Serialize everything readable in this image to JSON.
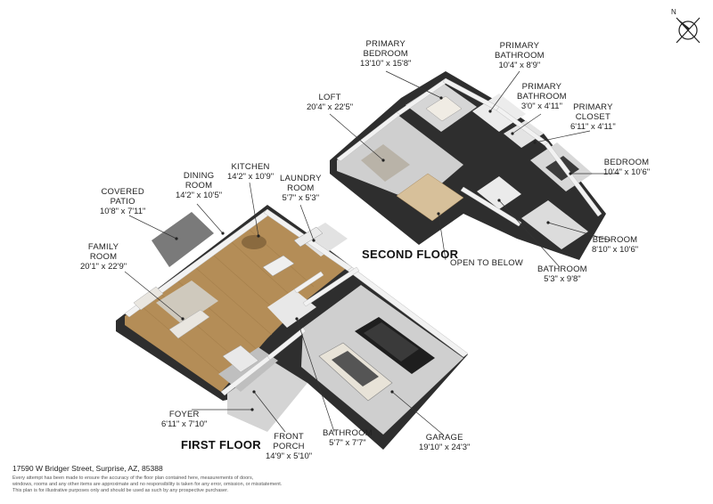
{
  "compass": {
    "north_label": "N"
  },
  "floors": {
    "first": "FIRST FLOOR",
    "second": "SECOND FLOOR"
  },
  "rooms": {
    "covered_patio": {
      "name_line1": "COVERED",
      "name_line2": "PATIO",
      "dims": "10'8\" x 7'11\""
    },
    "dining_room": {
      "name_line1": "DINING",
      "name_line2": "ROOM",
      "dims": "14'2\" x 10'5\""
    },
    "kitchen": {
      "name": "KITCHEN",
      "dims": "14'2\" x 10'9\""
    },
    "laundry_room": {
      "name_line1": "LAUNDRY",
      "name_line2": "ROOM",
      "dims": "5'7\" x 5'3\""
    },
    "family_room": {
      "name_line1": "FAMILY",
      "name_line2": "ROOM",
      "dims": "20'1\" x 22'9\""
    },
    "foyer": {
      "name": "FOYER",
      "dims": "6'11\" x 7'10\""
    },
    "front_porch": {
      "name_line1": "FRONT",
      "name_line2": "PORCH",
      "dims": "14'9\" x 5'10\""
    },
    "bathroom_first": {
      "name": "BATHROOM",
      "dims": "5'7\" x 7'7\""
    },
    "garage": {
      "name": "GARAGE",
      "dims": "19'10\" x 24'3\""
    },
    "loft": {
      "name": "LOFT",
      "dims": "20'4\" x 22'5\""
    },
    "primary_bedroom": {
      "name_line1": "PRIMARY",
      "name_line2": "BEDROOM",
      "dims": "13'10\" x 15'8\""
    },
    "primary_bathroom_1": {
      "name_line1": "PRIMARY",
      "name_line2": "BATHROOM",
      "dims": "10'4\" x 8'9\""
    },
    "primary_bathroom_2": {
      "name_line1": "PRIMARY",
      "name_line2": "BATHROOM",
      "dims": "3'0\" x 4'11\""
    },
    "primary_closet": {
      "name_line1": "PRIMARY",
      "name_line2": "CLOSET",
      "dims": "6'11\" x 4'11\""
    },
    "bedroom_1": {
      "name": "BEDROOM",
      "dims": "10'4\" x 10'6\""
    },
    "bedroom_2": {
      "name": "BEDROOM",
      "dims": "8'10\" x 10'6\""
    },
    "bathroom_second": {
      "name": "BATHROOM",
      "dims": "5'3\" x 9'8\""
    },
    "open_to_below": {
      "name": "OPEN TO BELOW"
    }
  },
  "footer": {
    "address": "17590 W Bridger Street, Surprise, AZ, 85388",
    "disclaimer_1": "Every attempt has been made to ensure the accuracy of the floor plan contained here, measurements of doors,",
    "disclaimer_2": "windows, rooms and any other items are approximate and no responsibility is taken for any error, omission, or misstatement.",
    "disclaimer_3": "This plan is for illustrative purposes only and should be used as such by any prospective purchaser."
  },
  "colors": {
    "wall_top": "#f4f4f4",
    "wall_side": "#3a3a3a",
    "floor_wood": "#b8925c",
    "floor_grey": "#c9c9c9",
    "floor_light": "#e6e6e6",
    "stairs": "#d8c4a0"
  }
}
